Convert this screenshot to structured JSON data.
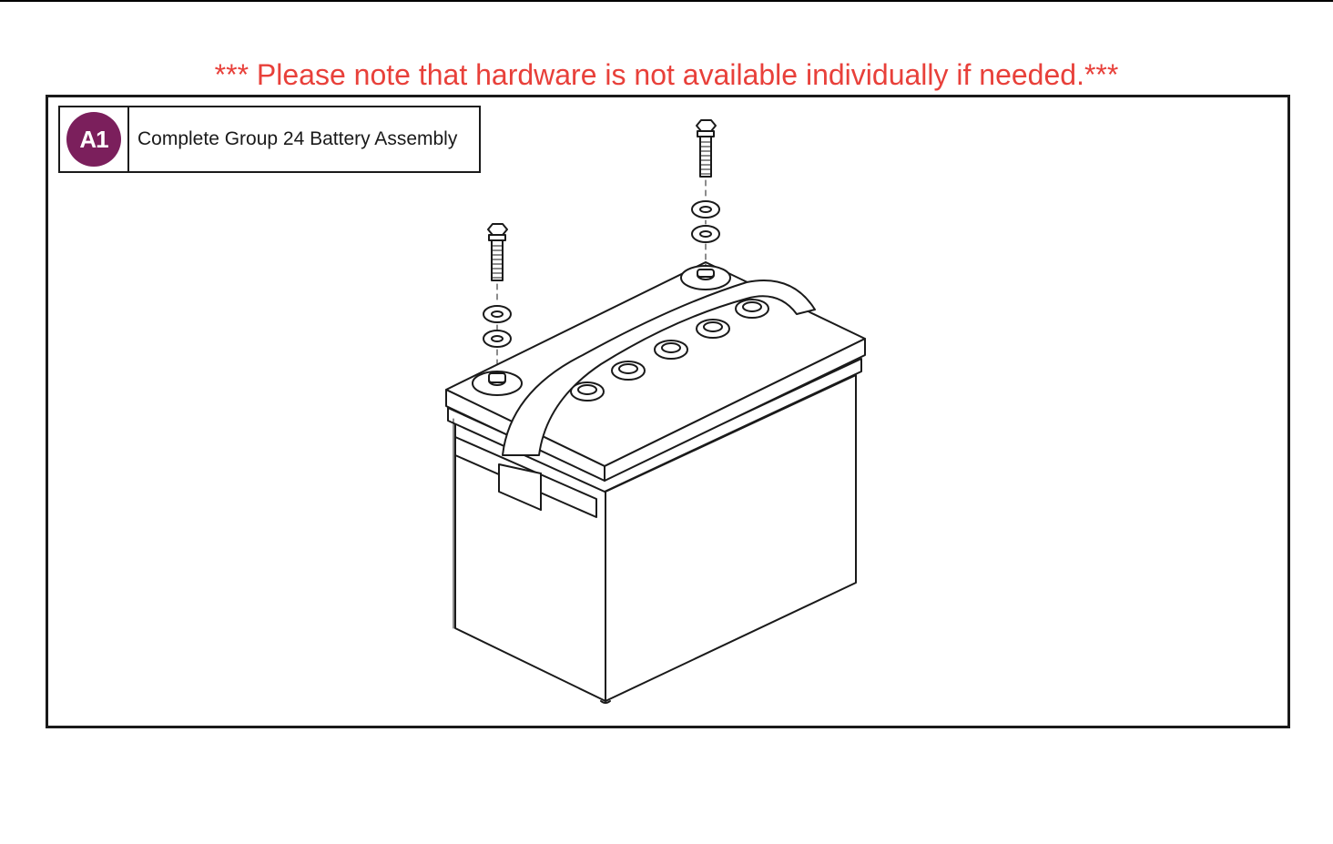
{
  "notice": {
    "text": "*** Please note that hardware is not available individually if needed.***",
    "color": "#e8403a"
  },
  "legend": {
    "items": [
      {
        "badge": "A1",
        "label": "Complete Group 24 Battery Assembly",
        "badge_color": "#7b1f5c"
      }
    ]
  },
  "drawing": {
    "subject": "battery-assembly-exploded-view",
    "parts": [
      "battery-icon",
      "battery-strap-icon",
      "hex-bolt-icon",
      "washer-icon"
    ]
  }
}
